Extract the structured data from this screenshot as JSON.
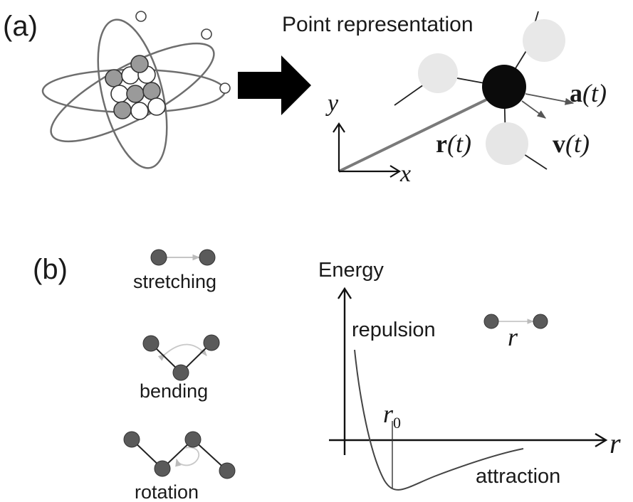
{
  "panel_a": {
    "label": "(a)",
    "title": "Point representation",
    "vectors": {
      "position": "r",
      "velocity": "v",
      "acceleration": "a",
      "time_arg": "(t)"
    },
    "axes": {
      "x": "x",
      "y": "y"
    }
  },
  "panel_b": {
    "label": "(b)",
    "modes": {
      "stretching": "stretching",
      "bending": "bending",
      "rotation": "rotation"
    },
    "plot": {
      "ylabel": "Energy",
      "xlabel": "r",
      "repulsion": "repulsion",
      "attraction": "attraction",
      "r0_base": "r",
      "r0_sub": "0",
      "pair_label": "r"
    }
  },
  "colors": {
    "ink": "#1a1a1a",
    "dark_atom": "#0b0b0b",
    "gray_atom": "#5a5a5a",
    "light_atom": "#e6e6e6",
    "orbit": "#6e6e6e",
    "r_vector": "#7a7a7a"
  }
}
